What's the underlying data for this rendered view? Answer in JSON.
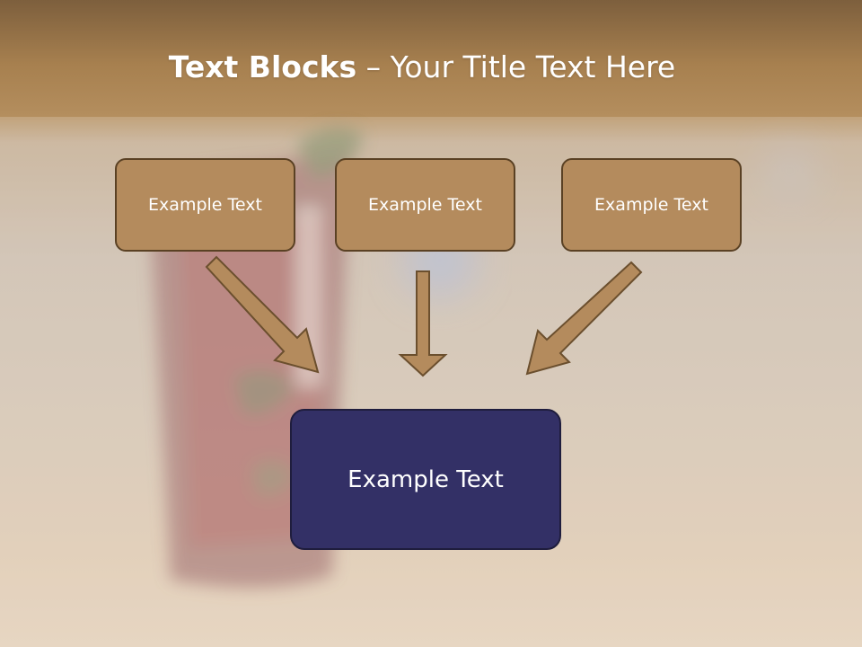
{
  "title": {
    "bold": "Text Blocks",
    "dash": " – ",
    "rest": "Your Title Text Here"
  },
  "blocks": [
    {
      "label": "Example Text"
    },
    {
      "label": "Example Text"
    },
    {
      "label": "Example Text"
    }
  ],
  "target": {
    "label": "Example Text"
  },
  "colors": {
    "block_fill": "#b48b5d",
    "block_border": "#5a4124",
    "target_fill": "#333066",
    "arrow_fill": "#b48b5d",
    "arrow_stroke": "#6b4f2e"
  }
}
